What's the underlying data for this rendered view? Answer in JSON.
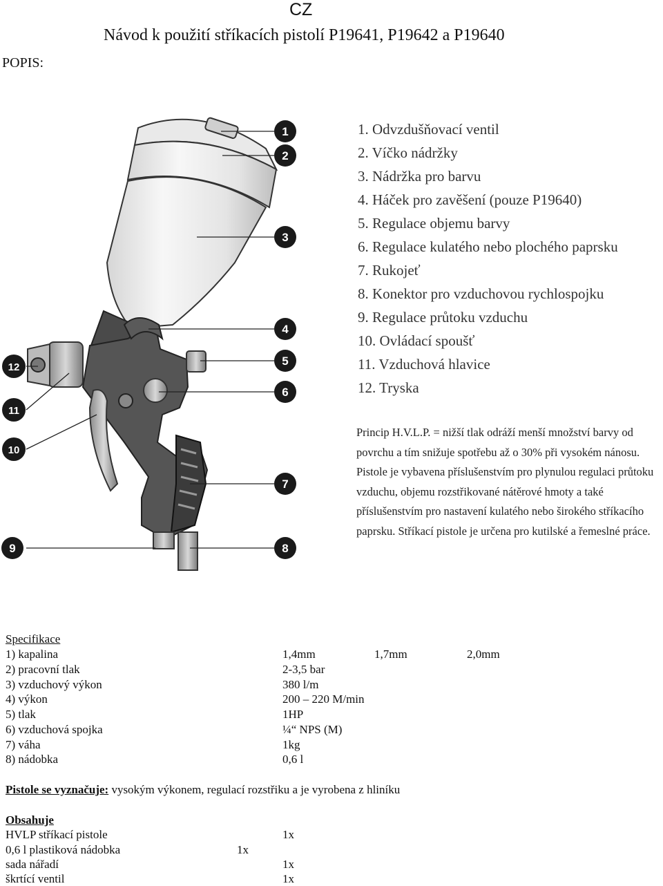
{
  "header": {
    "lang": "CZ",
    "title": "Návod k použití stříkacích pistolí  P19641, P19642 a P19640",
    "section": "POPIS:"
  },
  "parts": [
    "1. Odvzdušňovací ventil",
    "2. Víčko nádržky",
    "3. Nádržka pro barvu",
    "4. Háček pro zavěšení (pouze P19640)",
    "5. Regulace objemu barvy",
    "6. Regulace kulatého nebo plochého paprsku",
    "7. Rukojeť",
    "8. Konektor pro vzduchovou rychlospojku",
    "9. Regulace průtoku vzduchu",
    "10. Ovládací spoušť",
    "11. Vzduchová hlavice",
    "12. Tryska"
  ],
  "markers": [
    "1",
    "2",
    "3",
    "4",
    "5",
    "6",
    "7",
    "8",
    "9",
    "10",
    "11",
    "12"
  ],
  "principle": {
    "p1": "Princip H.V.L.P. = nižší tlak odráží menší množství barvy od povrchu a tím snižuje spotřebu až o 30% při vysokém nánosu.",
    "p2": "Pistole je vybavena příslušenstvím pro plynulou regulaci průtoku vzduchu, objemu rozstřikované nátěrové hmoty a také příslušenstvím pro nastavení kulatého nebo širokého stříkacího paprsku. Stříkací pistole je určena pro kutilské a řemeslné práce."
  },
  "spec": {
    "heading": "Specifikace",
    "rows": [
      {
        "label": "1) kapalina",
        "values": [
          "1,4mm",
          "1,7mm",
          "2,0mm"
        ]
      },
      {
        "label": "2) pracovní tlak",
        "values": [
          "2-3,5 bar"
        ]
      },
      {
        "label": "3) vzduchový výkon",
        "values": [
          "380 l/m"
        ]
      },
      {
        "label": "4) výkon",
        "values": [
          "200 – 220 M/min"
        ]
      },
      {
        "label": "5) tlak",
        "values": [
          "1HP"
        ]
      },
      {
        "label": "6) vzduchová spojka",
        "values": [
          "¼“ NPS (M)"
        ]
      },
      {
        "label": "7) váha",
        "values": [
          "1kg"
        ]
      },
      {
        "label": "8) nádobka",
        "values": [
          "0,6 l"
        ]
      }
    ]
  },
  "features": {
    "label": "Pistole se vyznačuje:",
    "text": " vysokým výkonem, regulací rozstřiku a je vyrobena z hliníku"
  },
  "contents": {
    "heading": "Obsahuje",
    "items": [
      {
        "name": "HVLP stříkací pistole",
        "qty": "1x"
      },
      {
        "name": "0,6 l plastiková nádobka",
        "qty": "1x"
      },
      {
        "name": "sada nářadí",
        "qty": "1x"
      },
      {
        "name": "škrtící ventil",
        "qty": "1x"
      }
    ]
  }
}
